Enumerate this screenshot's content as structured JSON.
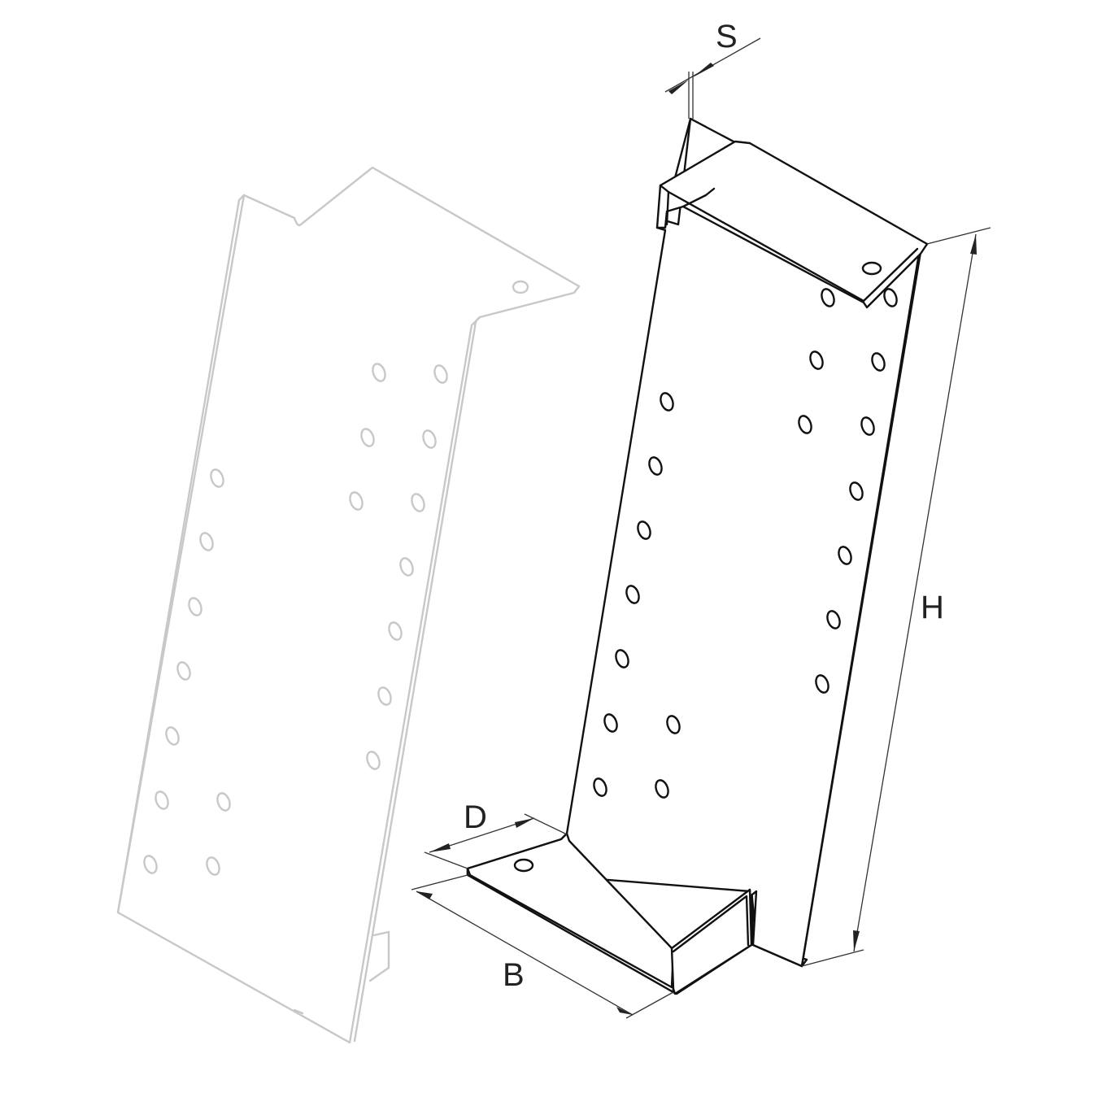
{
  "labels": {
    "s": "S",
    "h": "H",
    "d": "D",
    "b": "B"
  },
  "colors": {
    "ghost_line": "#c8c8c8",
    "outline": "#111111",
    "dimension": "#222222"
  }
}
